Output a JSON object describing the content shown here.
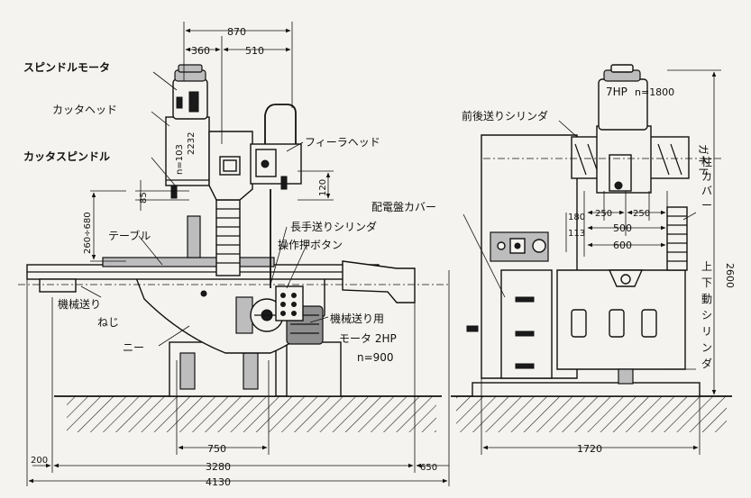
{
  "front_view": {
    "labels": {
      "spindle_motor": "スピンドルモータ",
      "cutter_head": "カッタヘッド",
      "cutter_spindle": "カッタスピンドル",
      "feeler_head": "フィーラヘッド",
      "table": "テーブル",
      "long_feed_cylinder": "長手送りシリンダ",
      "operation_button": "操作押ボタン",
      "mech_feed_screw_1": "機械送り",
      "mech_feed_screw_2": "ねじ",
      "knee": "ニー",
      "mech_feed_motor_1": "機械送り用",
      "mech_feed_motor_2": "モータ 2HP",
      "mech_feed_motor_3": "n=900"
    },
    "cutter_head_plate": {
      "speed": "n=103",
      "value": "2232"
    },
    "dimensions": {
      "top_overall": "870",
      "top_left": "360",
      "top_right": "510",
      "spindle_offset": "85",
      "feeler_offset": "120",
      "vertical_range": "260÷680",
      "knee_width": "750",
      "left_margin": "200",
      "right_margin": "650",
      "table_length": "3280",
      "overall_length": "4130"
    }
  },
  "side_view": {
    "labels": {
      "fore_aft_cylinder": "前後送りシリンダ",
      "panel_cover": "配電盤カバー",
      "guide_cover_1": "ガイド",
      "guide_cover_2": "柱",
      "guide_cover_3": "カ",
      "guide_cover_4": "バ",
      "guide_cover_5": "ー",
      "vertical_cylinder_1": "上",
      "vertical_cylinder_2": "下",
      "vertical_cylinder_3": "動",
      "vertical_cylinder_4": "シ",
      "vertical_cylinder_5": "リ",
      "vertical_cylinder_6": "ン",
      "vertical_cylinder_7": "ダ"
    },
    "motor_plate": {
      "power": "7HP",
      "speed": "n=1800"
    },
    "dimensions": {
      "d180": "180",
      "d250_left": "250",
      "d250_right": "250",
      "d500": "500",
      "d113": "113",
      "d600": "600",
      "height": "2600",
      "base_width": "1720"
    }
  }
}
